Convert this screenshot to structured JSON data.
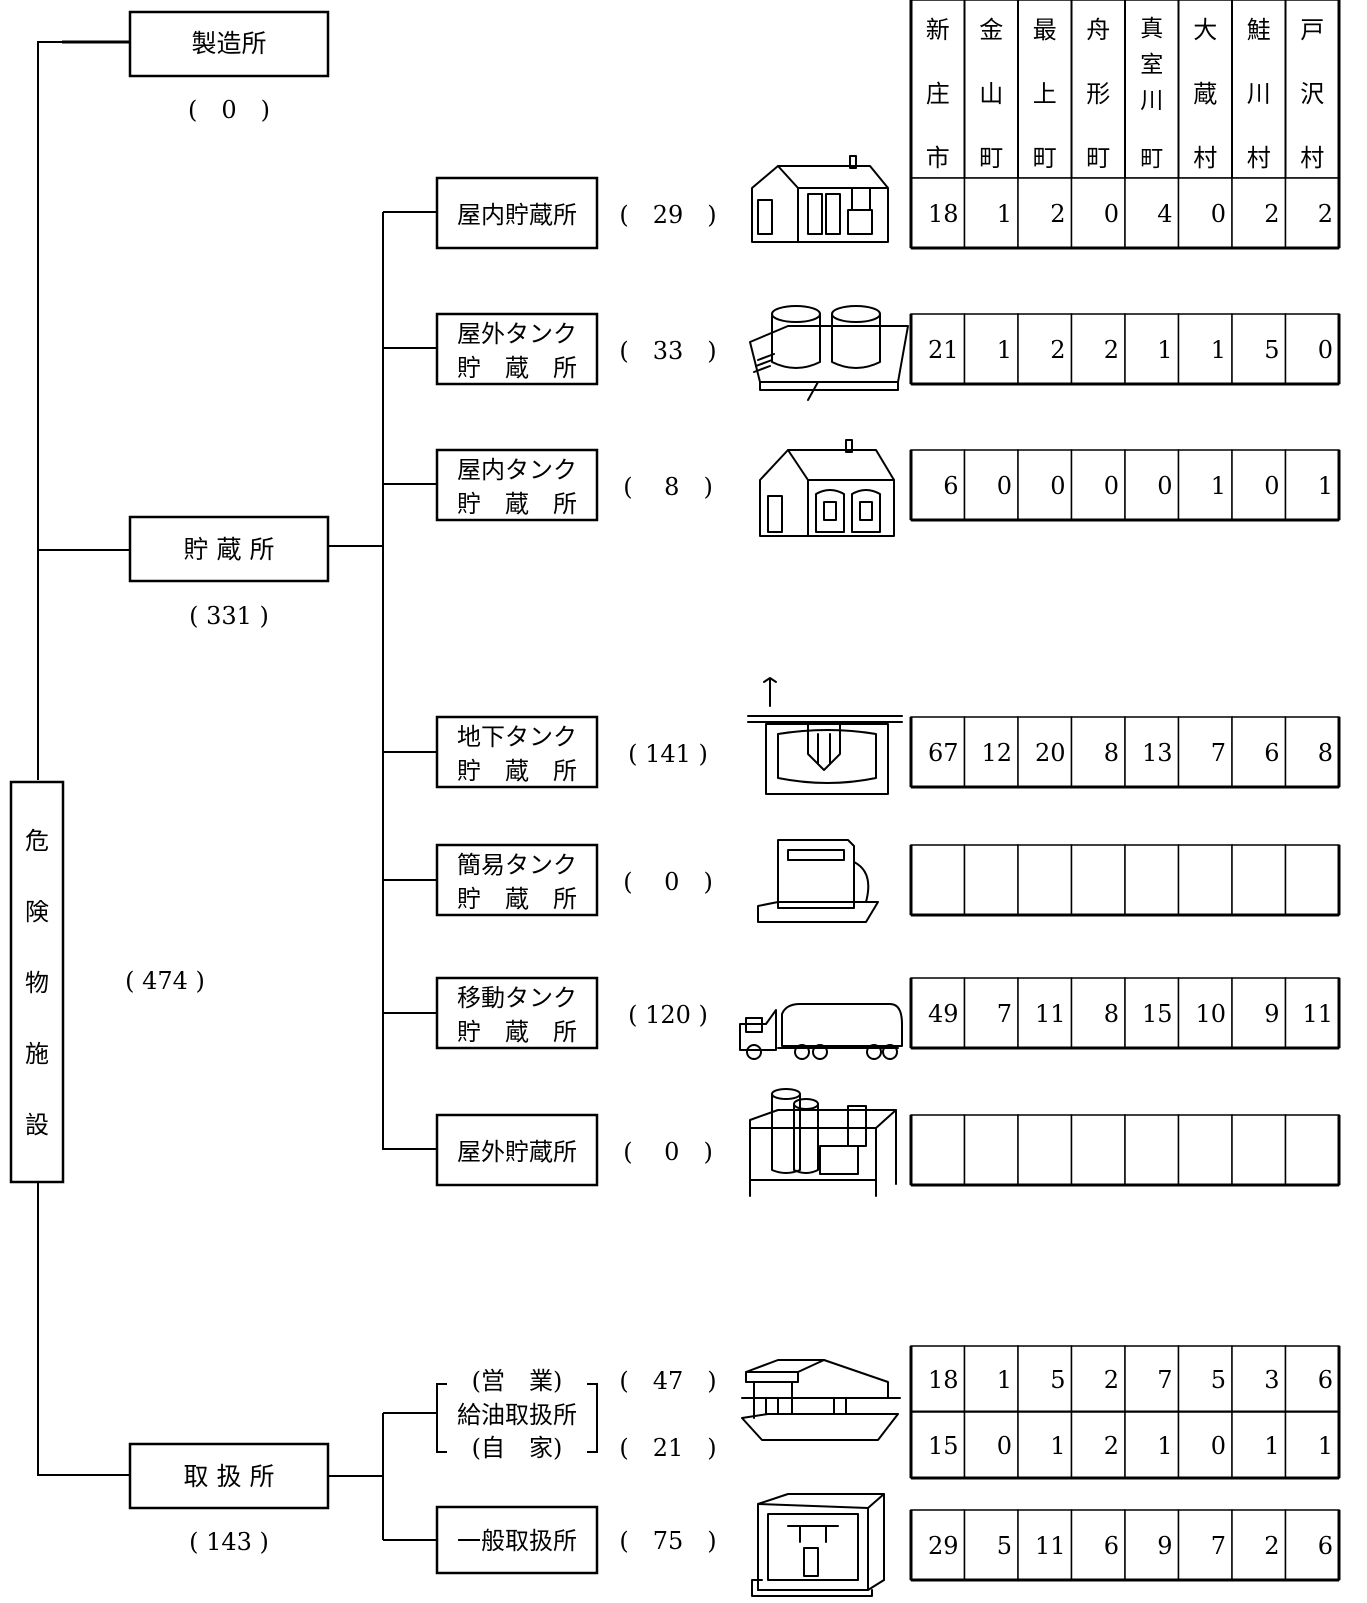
{
  "root": {
    "label": [
      "危",
      "険",
      "物",
      "施",
      "設"
    ],
    "total": "( 474 )"
  },
  "branches": [
    {
      "id": "manufacture",
      "label": "製造所",
      "count": "(　0　)"
    },
    {
      "id": "storage",
      "label": "貯 蔵 所",
      "count": "( 331 )"
    },
    {
      "id": "handling",
      "label": "取 扱 所",
      "count": "( 143 )"
    }
  ],
  "municipalities": [
    {
      "name": [
        "新",
        "庄",
        "市"
      ]
    },
    {
      "name": [
        "金",
        "山",
        "町"
      ]
    },
    {
      "name": [
        "最",
        "上",
        "町"
      ]
    },
    {
      "name": [
        "舟",
        "形",
        "町"
      ]
    },
    {
      "name": [
        "真",
        "室",
        "川",
        "町"
      ]
    },
    {
      "name": [
        "大",
        "蔵",
        "村"
      ]
    },
    {
      "name": [
        "鮭",
        "川",
        "村"
      ]
    },
    {
      "name": [
        "戸",
        "沢",
        "村"
      ]
    }
  ],
  "storage_facilities": [
    {
      "label": [
        "屋内貯蔵所"
      ],
      "count": "(　29　)",
      "icon": "indoor-warehouse-icon",
      "values": [
        "18",
        "1",
        "2",
        "0",
        "4",
        "0",
        "2",
        "2"
      ]
    },
    {
      "label": [
        "屋外タンク",
        "貯　蔵　所"
      ],
      "count": "(　33　)",
      "icon": "outdoor-tank-icon",
      "values": [
        "21",
        "1",
        "2",
        "2",
        "1",
        "1",
        "5",
        "0"
      ]
    },
    {
      "label": [
        "屋内タンク",
        "貯　蔵　所"
      ],
      "count": "(　 8　)",
      "icon": "indoor-tank-house-icon",
      "values": [
        "6",
        "0",
        "0",
        "0",
        "0",
        "1",
        "0",
        "1"
      ]
    },
    {
      "label": [
        "地下タンク",
        "貯　蔵　所"
      ],
      "count": "( 141 )",
      "icon": "underground-tank-icon",
      "values": [
        "67",
        "12",
        "20",
        "8",
        "13",
        "7",
        "6",
        "8"
      ]
    },
    {
      "label": [
        "簡易タンク",
        "貯　蔵　所"
      ],
      "count": "(　 0　)",
      "icon": "fuel-dispenser-icon",
      "values": [
        "",
        "",
        "",
        "",
        "",
        "",
        "",
        ""
      ]
    },
    {
      "label": [
        "移動タンク",
        "貯　蔵　所"
      ],
      "count": "( 120 )",
      "icon": "tanker-truck-icon",
      "values": [
        "49",
        "7",
        "11",
        "8",
        "15",
        "10",
        "9",
        "11"
      ]
    },
    {
      "label": [
        "屋外貯蔵所"
      ],
      "count": "(　 0　)",
      "icon": "outdoor-drum-storage-icon",
      "values": [
        "",
        "",
        "",
        "",
        "",
        "",
        "",
        ""
      ]
    }
  ],
  "handling_facilities": {
    "fuel": {
      "lines": [
        "(営　業)",
        "給油取扱所",
        "(自　家)"
      ],
      "commercial_count": "(　47　)",
      "private_count": "(　21　)",
      "icon": "gas-station-icon",
      "commercial_values": [
        "18",
        "1",
        "5",
        "2",
        "7",
        "5",
        "3",
        "6"
      ],
      "private_values": [
        "15",
        "0",
        "1",
        "2",
        "1",
        "0",
        "1",
        "1"
      ]
    },
    "general": {
      "label": "一般取扱所",
      "count": "(　75　)",
      "icon": "general-handling-icon",
      "values": [
        "29",
        "5",
        "11",
        "6",
        "9",
        "7",
        "2",
        "6"
      ]
    }
  }
}
